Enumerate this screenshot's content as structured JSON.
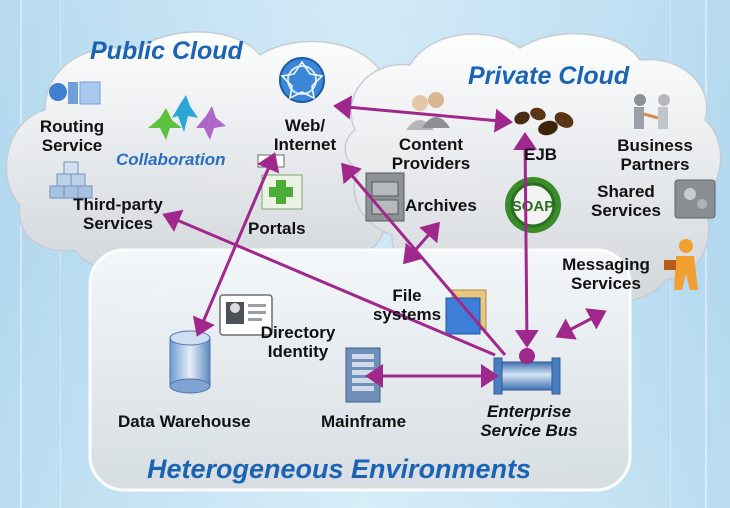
{
  "regions": {
    "public_cloud": "Public Cloud",
    "private_cloud": "Private Cloud",
    "heterogeneous": "Heterogeneous Environments"
  },
  "nodes": {
    "routing_service": "Routing Service",
    "collaboration": "Collaboration",
    "web_internet": "Web/ Internet",
    "third_party": "Third-party Services",
    "portals": "Portals",
    "content_providers": "Content Providers",
    "ejb": "EJB",
    "business_partners": "Business Partners",
    "archives": "Archives",
    "shared_services": "Shared Services",
    "messaging_services": "Messaging Services",
    "file_systems": "File systems",
    "directory_identity": "Directory Identity",
    "data_warehouse": "Data Warehouse",
    "mainframe": "Mainframe",
    "esb": "Enterprise Service Bus",
    "soap_badge": "SOAP"
  },
  "colors": {
    "arrow": "#a0288c",
    "title_blue": "#1b63b3",
    "collab_blue": "#2a6fc0",
    "background": "#c6e3f4"
  }
}
